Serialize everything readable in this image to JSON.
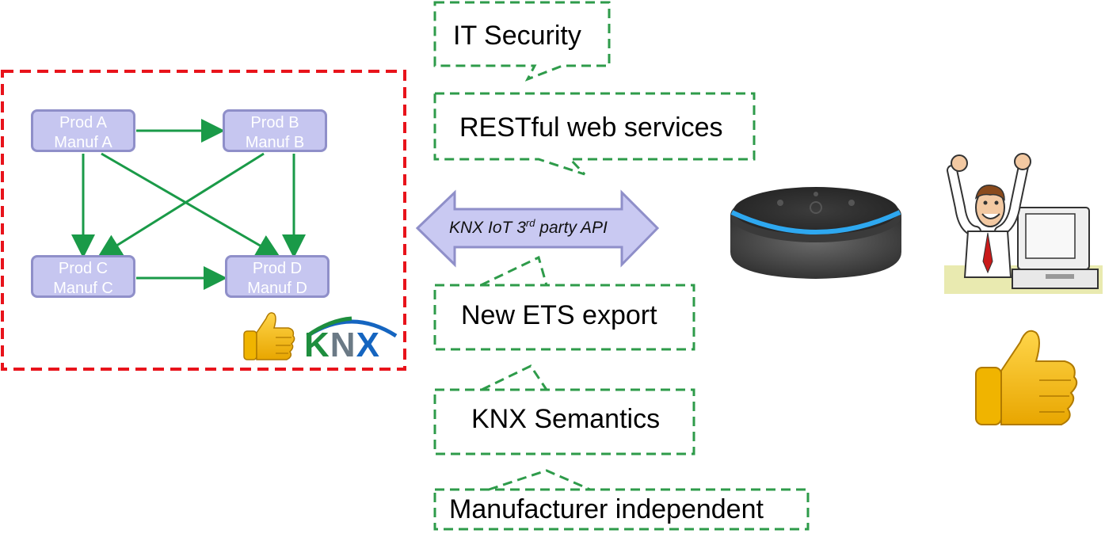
{
  "products": [
    {
      "id": "a",
      "line1": "Prod A",
      "line2": "Manuf A"
    },
    {
      "id": "b",
      "line1": "Prod B",
      "line2": "Manuf B"
    },
    {
      "id": "c",
      "line1": "Prod C",
      "line2": "Manuf C"
    },
    {
      "id": "d",
      "line1": "Prod D",
      "line2": "Manuf D"
    }
  ],
  "logo": {
    "k": "K",
    "n": "N",
    "x": "X"
  },
  "api_arrow": {
    "label_main": "KNX IoT 3",
    "label_sup": "rd",
    "label_tail": " party API"
  },
  "callouts": [
    {
      "id": "it-security",
      "text": "IT Security"
    },
    {
      "id": "restful",
      "text": "RESTful web services"
    },
    {
      "id": "ets-export",
      "text": "New ETS export"
    },
    {
      "id": "semantics",
      "text": "KNX Semantics"
    },
    {
      "id": "manufacturer",
      "text": "Manufacturer independent"
    }
  ],
  "colors": {
    "frame_red": "#e8131b",
    "callout_green": "#2e9b4a",
    "edge_green": "#1a9a48",
    "prod_fill": "#c6c6f0",
    "prod_border": "#8f8fc9",
    "arrow_fill": "#c9c9f2",
    "arrow_border": "#8f8fc9",
    "speaker_ring": "#2ea8f0"
  },
  "icons": [
    "thumbs-up-icon",
    "smart-speaker-icon",
    "happy-user-at-computer-icon"
  ]
}
